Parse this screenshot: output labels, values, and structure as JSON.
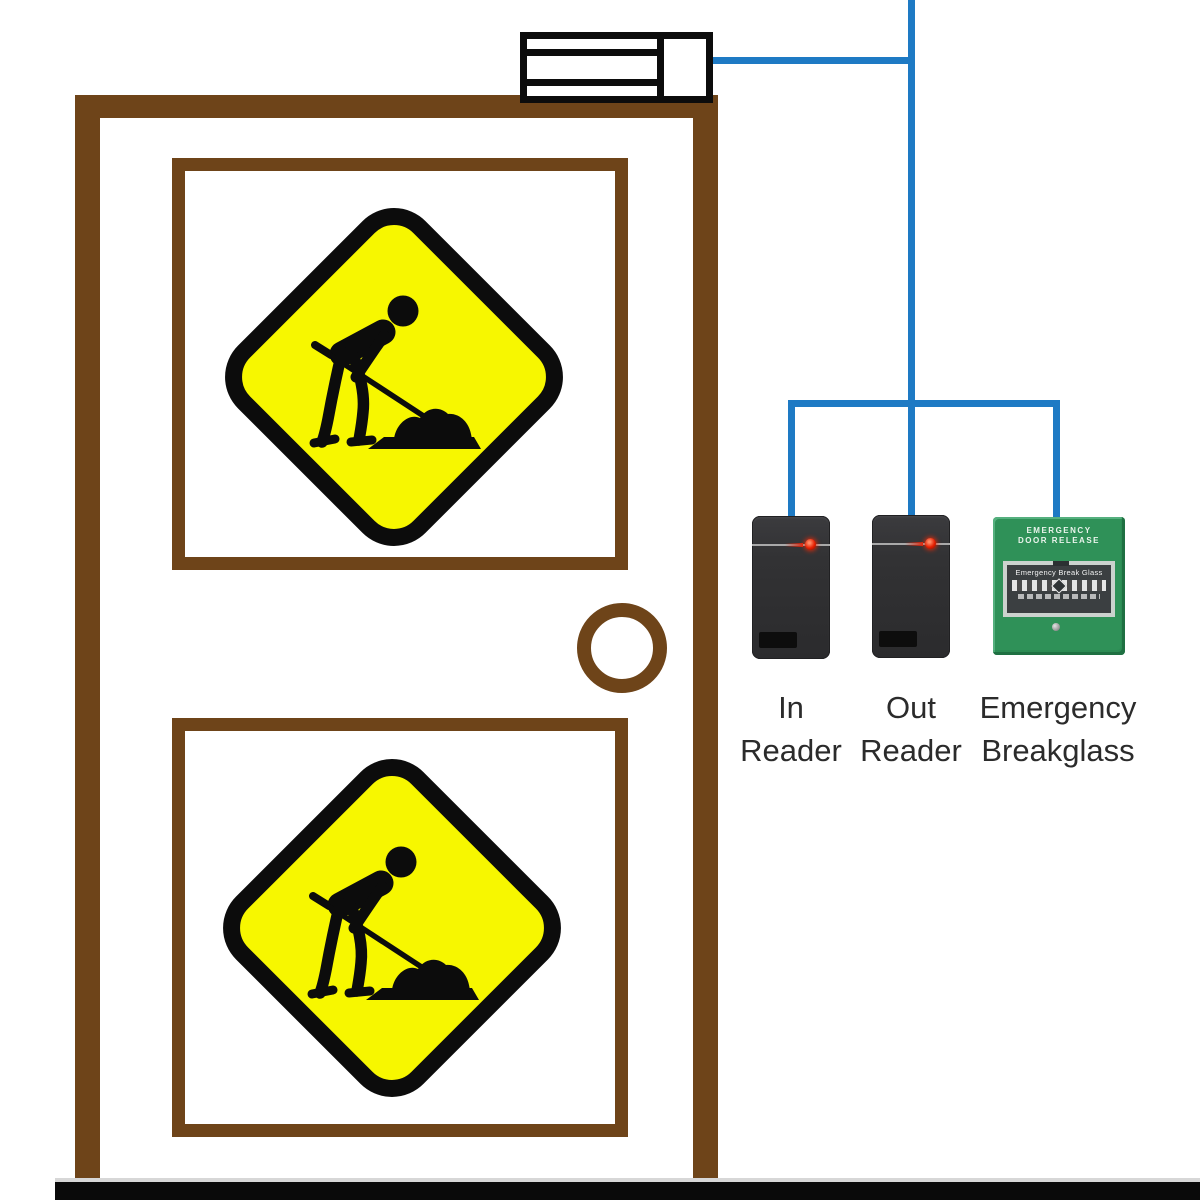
{
  "colors": {
    "door_brown": "#6e4419",
    "sign_yellow": "#f7f700",
    "wire_blue": "#1e7ac4",
    "breakglass_green": "#2f9158",
    "floor_black": "#0a0a0a",
    "label_text": "#2b2b2b",
    "led_red": "#e51e00",
    "reader_body": "#2f2f31"
  },
  "labels": {
    "in_reader": {
      "line1": "In",
      "line2": "Reader"
    },
    "out_reader": {
      "line1": "Out",
      "line2": "Reader"
    },
    "breakglass": {
      "line1": "Emergency",
      "line2": "Breakglass"
    }
  },
  "breakglass_unit": {
    "header_line1": "EMERGENCY",
    "header_line2": "DOOR RELEASE",
    "glass_label": "Emergency Break Glass"
  }
}
